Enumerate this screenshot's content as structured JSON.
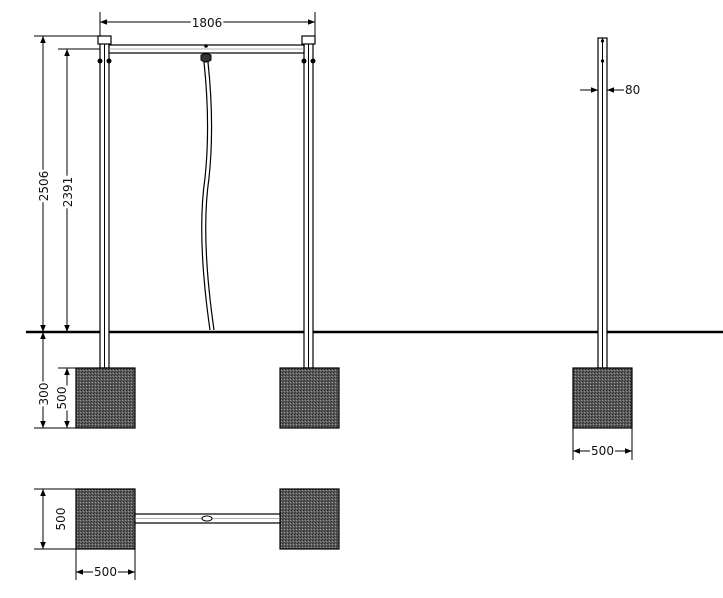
{
  "diagram": {
    "dimensions": {
      "width_total": "1806",
      "height_total": "2506",
      "height_beam": "2391",
      "footing_depth": "300",
      "footing_height": "500",
      "post_width": "80",
      "side_footing_width": "500",
      "plan_footing_side": "500",
      "plan_footing_width": "500"
    }
  }
}
